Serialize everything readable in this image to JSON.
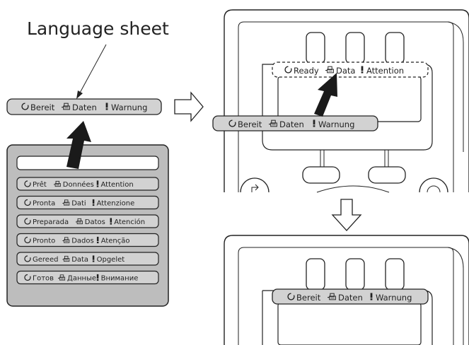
{
  "caption": "Language sheet",
  "strips": {
    "german": {
      "status_ready": "Bereit",
      "status_data": "Daten",
      "status_attention": "Warnung"
    },
    "english": {
      "status_ready": "Ready",
      "status_data": "Data",
      "status_attention": "Attention"
    }
  },
  "sheet_rows": [
    {
      "ready": "Prêt",
      "data": "Données",
      "attention": "Attention"
    },
    {
      "ready": "Pronta",
      "data": "Dati",
      "attention": "Attenzione"
    },
    {
      "ready": "Preparada",
      "data": "Datos",
      "attention": "Atención"
    },
    {
      "ready": "Pronto",
      "data": "Dados",
      "attention": "Atenção"
    },
    {
      "ready": "Gereed",
      "data": "Data",
      "attention": "Opgelet"
    },
    {
      "ready": "Готов",
      "data": "Данные",
      "attention": "Внимание"
    }
  ],
  "icons": [
    "ready-circle-icon",
    "data-printer-icon",
    "attention-exclamation-icon",
    "paper-feed-icon",
    "stop-icon",
    "right-arrow-icon",
    "down-arrow-icon",
    "insert-arrow-icon"
  ],
  "colors": {
    "sheet_fill": "#bdbdbd",
    "strip_fill": "#d2d2d2",
    "line": "#222222"
  }
}
